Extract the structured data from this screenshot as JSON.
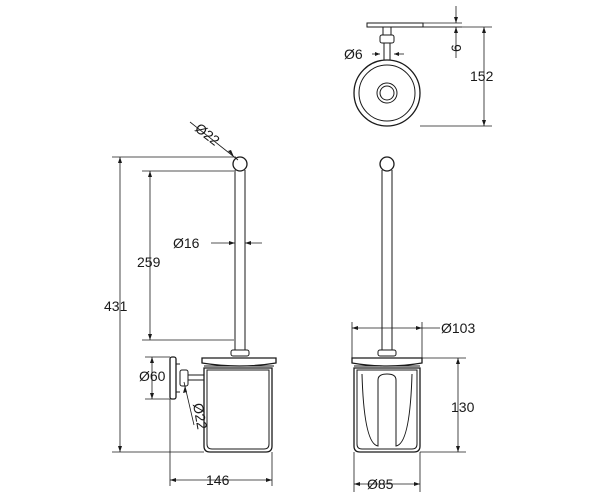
{
  "dimensions": {
    "top_rod_diameter": "Ø6",
    "top_plate_thickness": "6",
    "top_depth": "152",
    "knob_diameter": "Ø22",
    "rod_diameter": "Ø16",
    "rod_length": "259",
    "total_height": "431",
    "rose_diameter": "Ø60",
    "bracket_diameter": "Ø22",
    "side_depth": "146",
    "rim_diameter": "Ø103",
    "holder_height": "130",
    "holder_base_diameter": "Ø85"
  },
  "colors": {
    "line": "#1a1a1a",
    "background": "#ffffff"
  }
}
